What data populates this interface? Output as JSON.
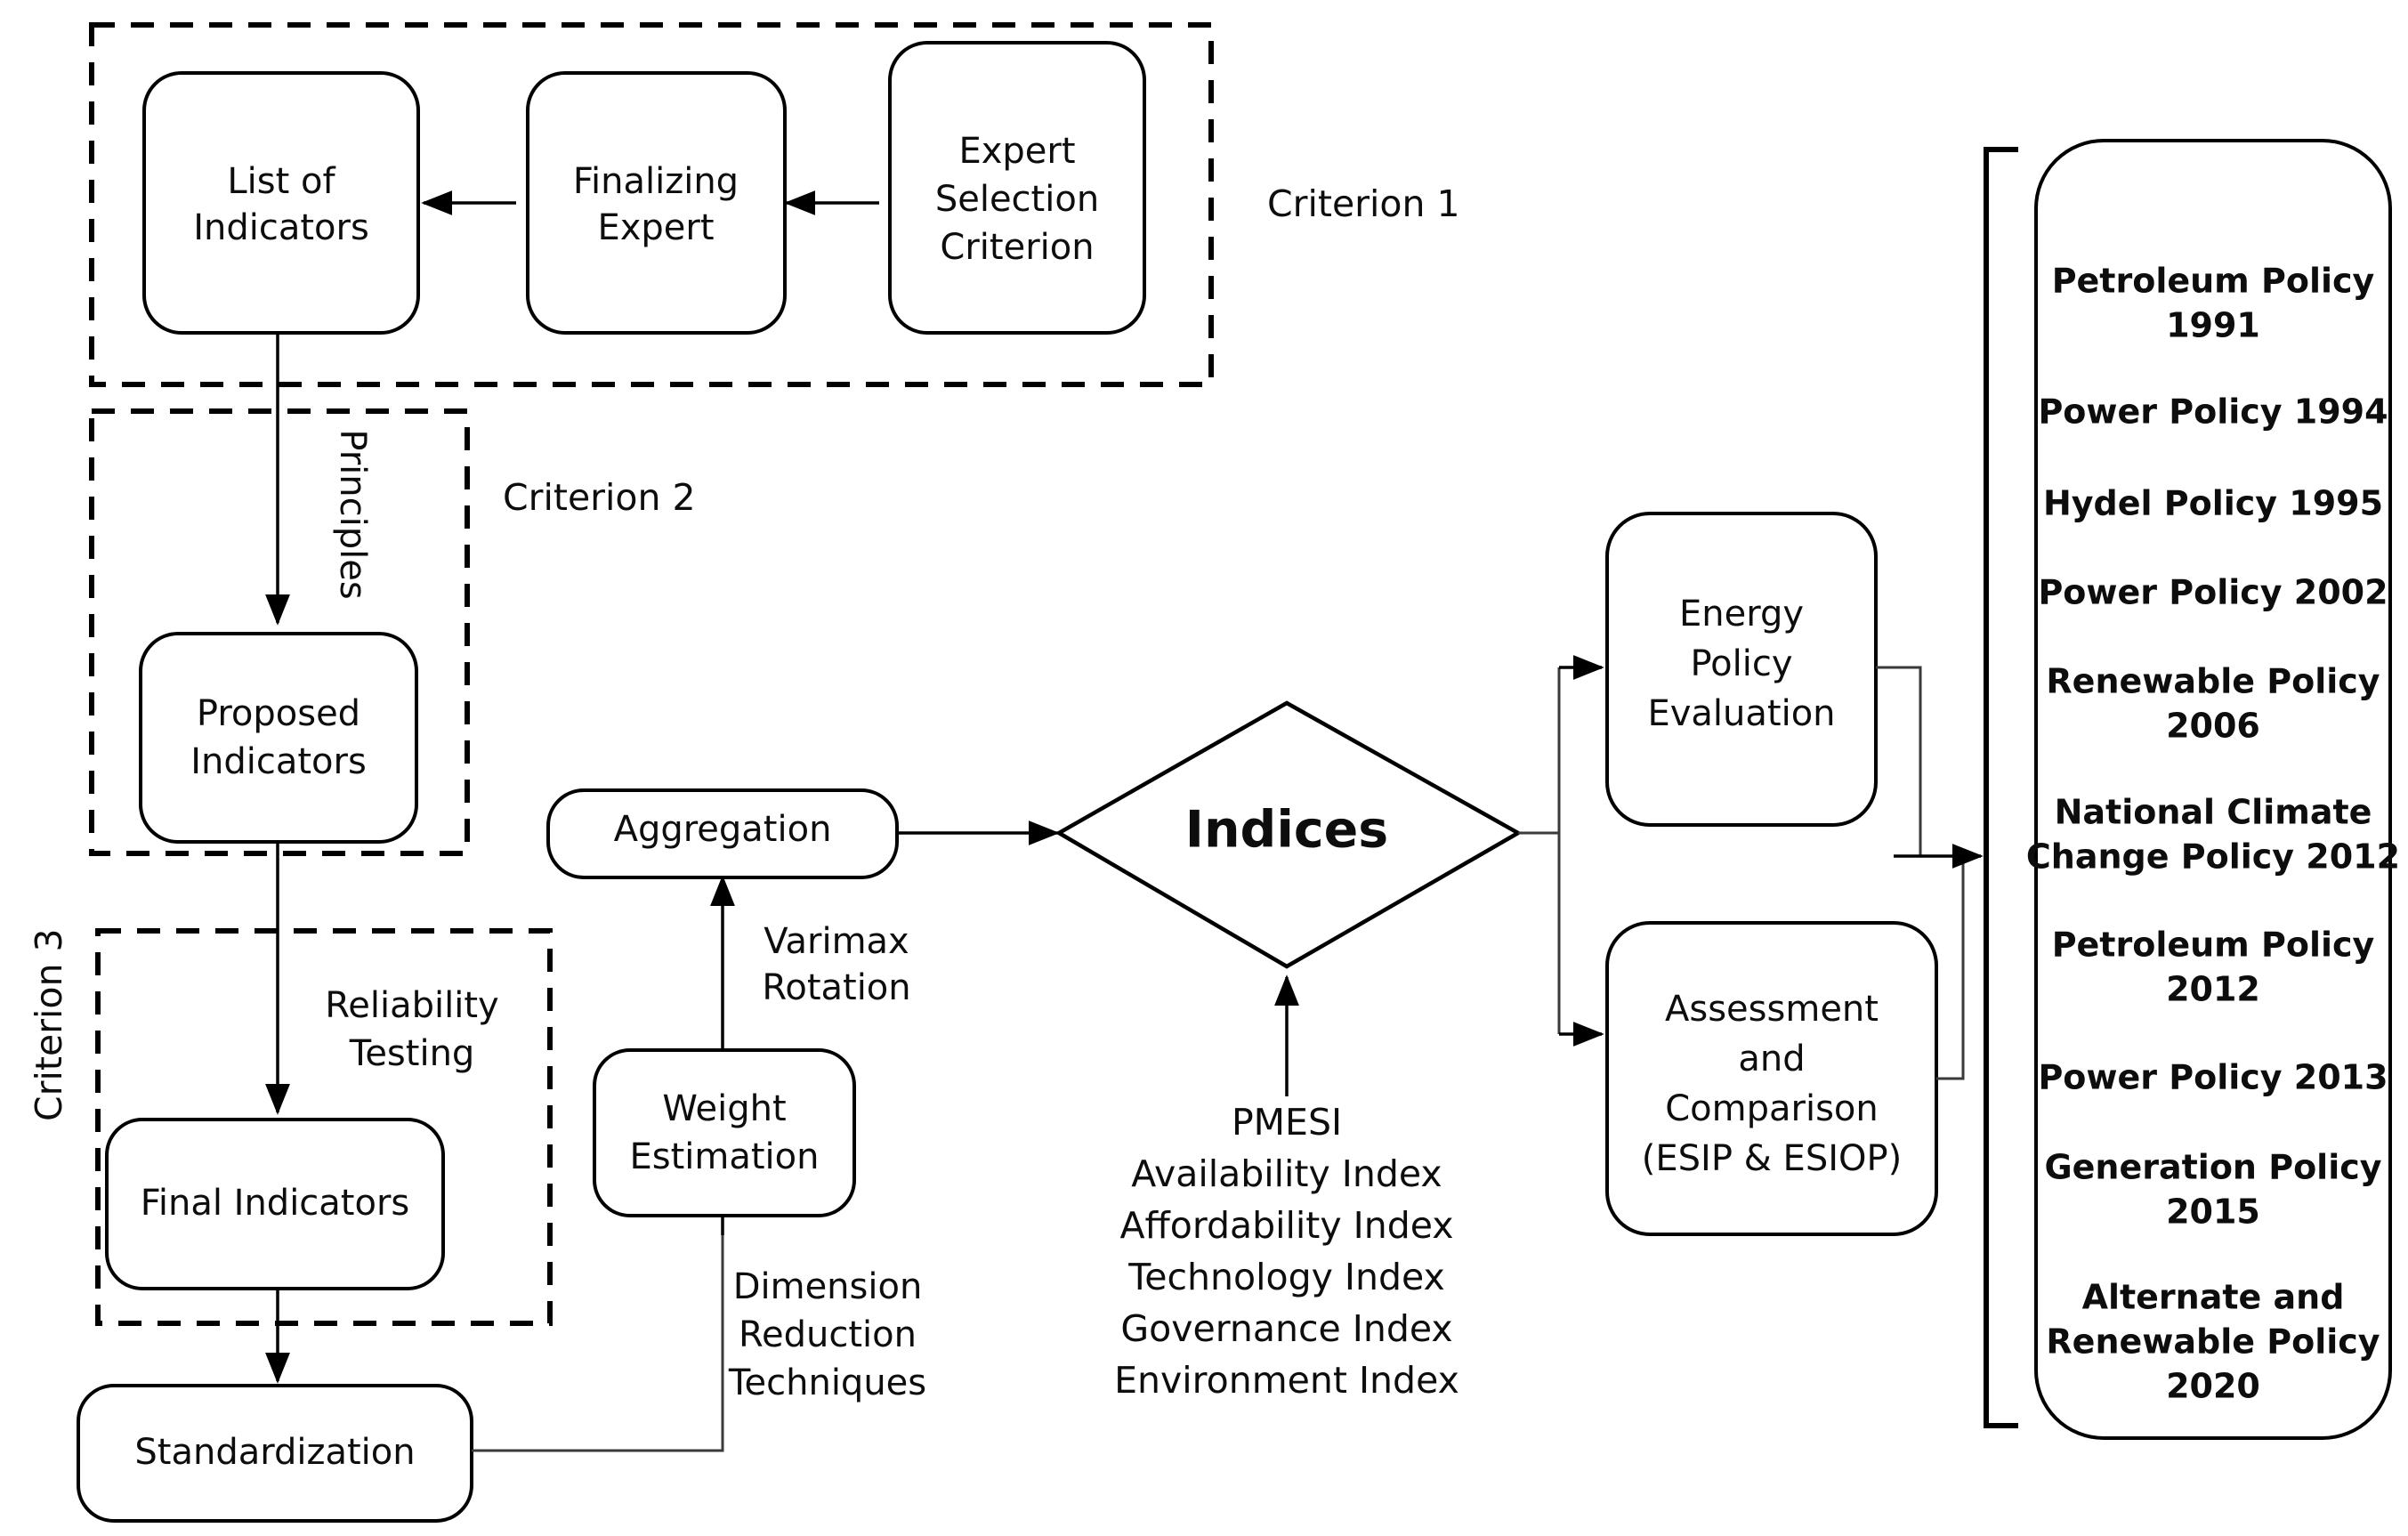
{
  "diagram": {
    "title": "Energy policy indicator framework flowchart",
    "criterion_groups": [
      {
        "id": "criterion1",
        "label": "Criterion 1"
      },
      {
        "id": "criterion2",
        "label": "Criterion 2"
      },
      {
        "id": "criterion3",
        "label": "Criterion 3"
      }
    ],
    "nodes": {
      "list_of_indicators": {
        "line1": "List of",
        "line2": "Indicators"
      },
      "finalizing_expert": {
        "line1": "Finalizing",
        "line2": "Expert"
      },
      "expert_selection_criterion": {
        "line1": "Expert",
        "line2": "Selection",
        "line3": "Criterion"
      },
      "proposed_indicators": {
        "line1": "Proposed",
        "line2": "Indicators"
      },
      "final_indicators": {
        "line1": "Final Indicators"
      },
      "standardization": {
        "line1": "Standardization"
      },
      "weight_estimation": {
        "line1": "Weight",
        "line2": "Estimation"
      },
      "aggregation": {
        "line1": "Aggregation"
      },
      "indices": {
        "line1": "Indices"
      },
      "energy_policy_evaluation": {
        "line1": "Energy",
        "line2": "Policy",
        "line3": "Evaluation"
      },
      "assessment_comparison": {
        "line1": "Assessment",
        "line2": "and",
        "line3": "Comparison",
        "line4": "(ESIP & ESIOP)"
      }
    },
    "edge_labels": {
      "principles": "Principles",
      "reliability_testing": {
        "line1": "Reliability",
        "line2": "Testing"
      },
      "varimax_rotation": {
        "line1": "Varimax",
        "line2": "Rotation"
      },
      "dimension_reduction": {
        "line1": "Dimension",
        "line2": "Reduction",
        "line3": "Techniques"
      }
    },
    "indices_inputs": [
      "PMESI",
      "Availability Index",
      "Affordability Index",
      "Technology Index",
      "Governance Index",
      "Environment Index"
    ],
    "policies": [
      {
        "line1": "Petroleum Policy",
        "line2": "1991"
      },
      {
        "line1": "Power Policy 1994",
        "line2": ""
      },
      {
        "line1": "Hydel Policy 1995",
        "line2": ""
      },
      {
        "line1": "Power Policy 2002",
        "line2": ""
      },
      {
        "line1": "Renewable Policy",
        "line2": "2006"
      },
      {
        "line1": "National Climate",
        "line2": "Change Policy 2012"
      },
      {
        "line1": "Petroleum Policy",
        "line2": "2012"
      },
      {
        "line1": "Power Policy 2013",
        "line2": ""
      },
      {
        "line1": "Generation Policy",
        "line2": "2015"
      },
      {
        "line1": "Alternate and",
        "line2": "Renewable Policy",
        "line3": "2020"
      }
    ],
    "colors": {
      "stroke": "#000000",
      "fill": "#ffffff",
      "text": "#0d0d0d"
    }
  }
}
